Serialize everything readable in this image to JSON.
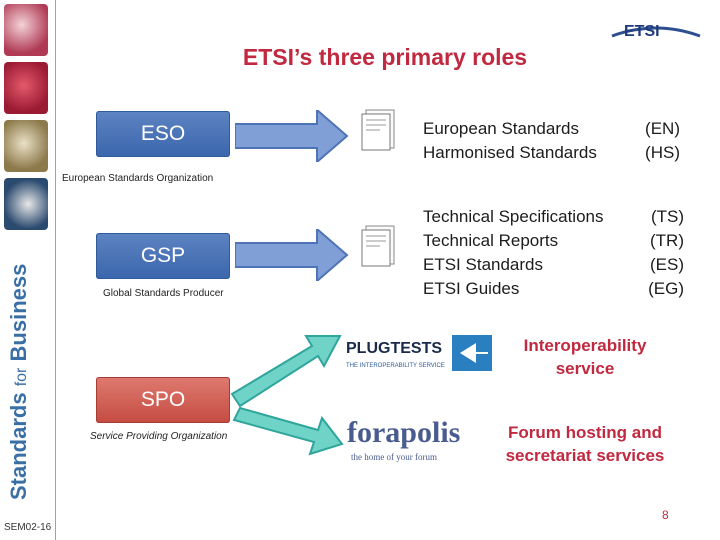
{
  "header": {
    "title": "ETSI’s three primary roles",
    "logo_text": "ETSI"
  },
  "sidebar": {
    "brand_main": "Standards",
    "brand_small": "for",
    "brand_end": "Business"
  },
  "footer": {
    "code": "SEM02-16",
    "page": "8"
  },
  "roles": [
    {
      "label": "ESO",
      "subtitle": "European Standards Organization"
    },
    {
      "label": "GSP",
      "subtitle": "Global Standards Producer"
    },
    {
      "label": "SPO",
      "subtitle": "Service Providing Organization"
    }
  ],
  "outputs": {
    "eso": [
      {
        "name": "European Standards",
        "code": "(EN)"
      },
      {
        "name": "Harmonised Standards",
        "code": "(HS)"
      }
    ],
    "gsp": [
      {
        "name": "Technical Specifications",
        "code": "(TS)"
      },
      {
        "name": "Technical Reports",
        "code": "(TR)"
      },
      {
        "name": "ETSI Standards",
        "code": "(ES)"
      },
      {
        "name": "ETSI Guides",
        "code": "(EG)"
      }
    ]
  },
  "services": {
    "interop_line1": "Interoperability",
    "interop_line2": "service",
    "forum_line1": "Forum hosting and",
    "forum_line2": "secretariat services"
  },
  "logos": {
    "plugtests": "PLUGTESTS",
    "plugtests_tagline": "THE INTEROPERABILITY SERVICE",
    "forapolis": "forapolis",
    "forapolis_tagline": "the home of your forum"
  },
  "colors": {
    "accent_red": "#c0293f",
    "role_blue": "#3b66ad",
    "role_red": "#c44b42",
    "arrow_blue": "#5577bb",
    "arrow_teal": "#2fa59b"
  }
}
